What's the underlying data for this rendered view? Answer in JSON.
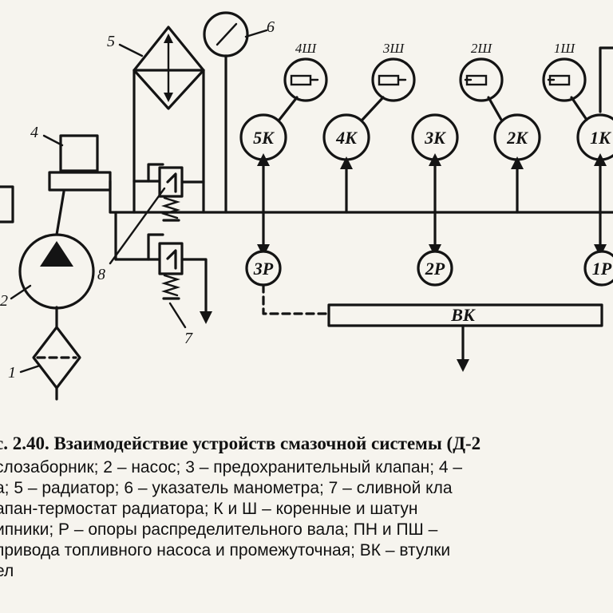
{
  "labels": {
    "filter": "1",
    "pump": "2",
    "oil_filter": "4",
    "radiator": "5",
    "gauge": "6",
    "drain_valve": "7",
    "thermo_valve": "8"
  },
  "main_bearings": [
    "5K",
    "4K",
    "3K",
    "2K",
    "1K"
  ],
  "rod_bearings": [
    "4Ш",
    "3Ш",
    "2Ш",
    "1Ш"
  ],
  "cam_supports": [
    "3P",
    "2P",
    "1P"
  ],
  "bushing": "ВК",
  "caption": {
    "title": "с. 2.40. Взаимодействие устройств смазочной системы (Д-2",
    "lines": [
      "слозаборник; 2 – насос; 3 – предохранительный клапан; 4 –",
      "а; 5 – радиатор; 6 – указатель манометра; 7 – сливной кла",
      "апан-термостат радиатора; К и Ш – коренные и шатун",
      "ипники; Р – опоры распределительного вала; ПН и ПШ –",
      "привода топливного насоса и промежуточная; ВК – втулки",
      "ел"
    ]
  }
}
